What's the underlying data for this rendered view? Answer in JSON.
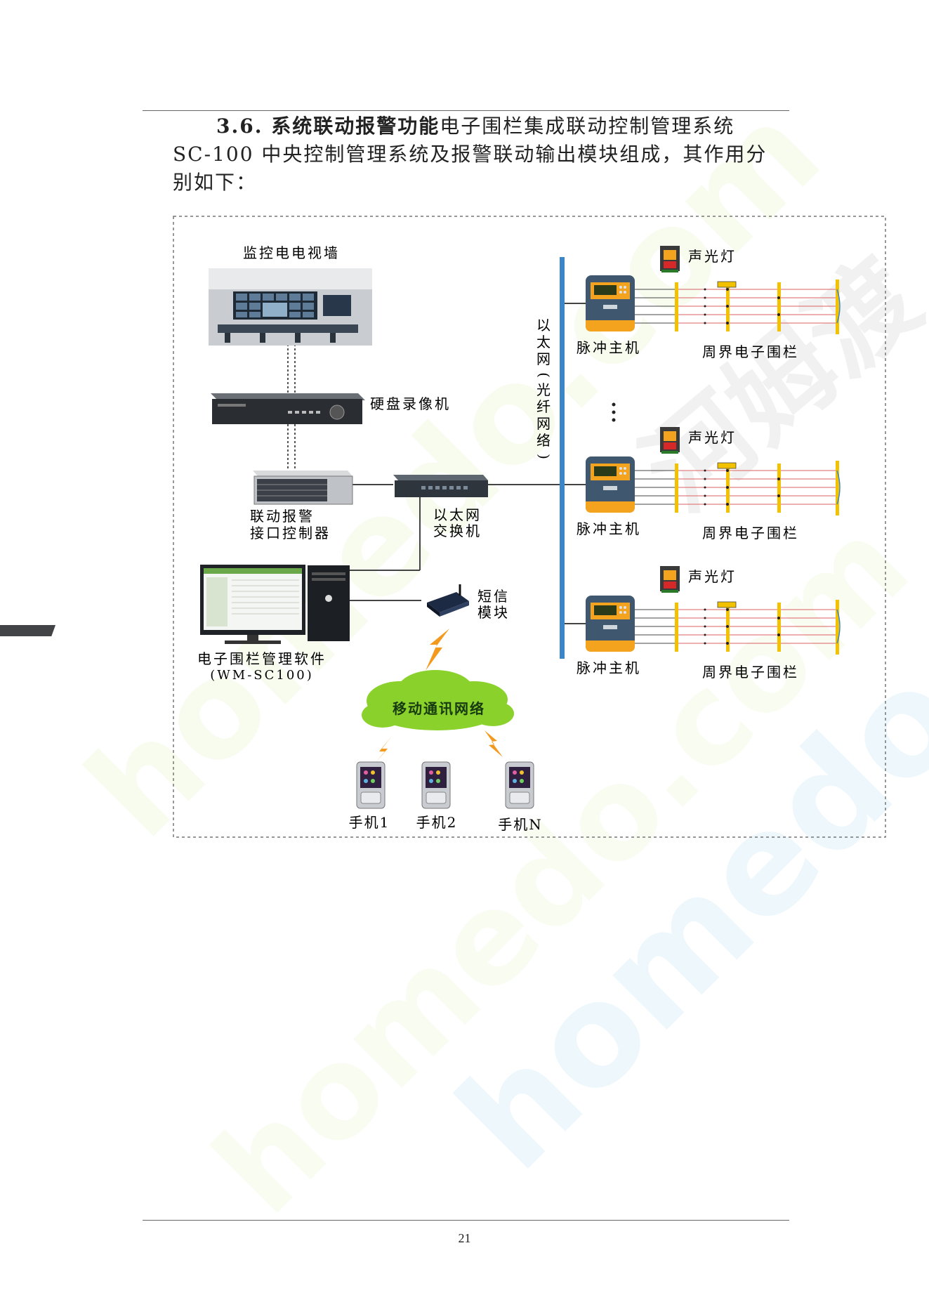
{
  "section": {
    "heading": "3.6. 系统联动报警功能",
    "line1": "电子围栏集成联动控制管理系统",
    "line2": "SC-100 中央控制管理系统及报警联动输出模块组成，其作用分",
    "line3": "别如下："
  },
  "diagram": {
    "video_wall": "监控电电视墙",
    "dvr": "硬盘录像机",
    "alarm_ctrl_line1": "联动报警",
    "alarm_ctrl_line2": "接口控制器",
    "switch_line1": "以太网",
    "switch_line2": "交换机",
    "software_line1": "电子围栏管理软件",
    "software_line2": "(WM-SC100)",
    "sms_line1": "短信",
    "sms_line2": "模块",
    "mobile_net": "移动通讯网络",
    "phones": [
      "手机1",
      "手机2",
      "手机N"
    ],
    "ethernet_chars": [
      "以",
      "太",
      "网",
      "(",
      "光",
      "纤",
      "网",
      "络",
      ")"
    ],
    "zones": [
      {
        "light": "声光灯",
        "host": "脉冲主机",
        "fence": "周界电子围栏"
      },
      {
        "light": "声光灯",
        "host": "脉冲主机",
        "fence": "周界电子围栏"
      },
      {
        "light": "声光灯",
        "host": "脉冲主机",
        "fence": "周界电子围栏"
      }
    ]
  },
  "watermarks": {
    "site": "homedo.com",
    "brand": "河姆渡"
  },
  "page_number": "21",
  "colors": {
    "backbone": "#3a86c8",
    "cloud": "#8ad12c",
    "fence_post": "#f2c200",
    "fence_wire": "#e08080",
    "host_body": "#3f5870",
    "host_accent": "#f3a31d"
  }
}
